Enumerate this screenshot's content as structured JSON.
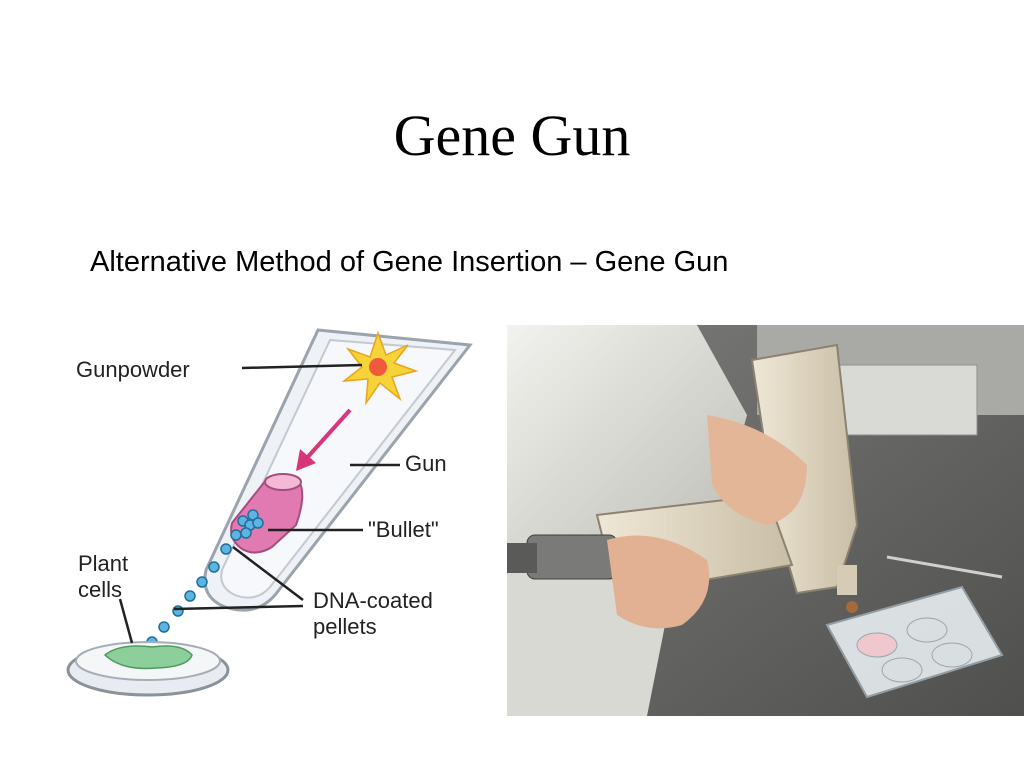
{
  "slide": {
    "title": "Gene Gun",
    "bullet": "Alternative Method of Gene Insertion – Gene Gun"
  },
  "diagram": {
    "labels": {
      "gunpowder": "Gunpowder",
      "gun": "Gun",
      "bullet": "\"Bullet\"",
      "plant_line1": "Plant",
      "plant_line2": "cells",
      "dna_line1": "DNA-coated",
      "dna_line2": "pellets"
    },
    "colors": {
      "tube": "#e9edf3",
      "tube_edge": "#9aa3ae",
      "explosion": "#f7d33a",
      "arrow": "#d8367a",
      "bullet": "#e07ab0",
      "pellet": "#5fb3e0",
      "plant": "#8ccf9a"
    }
  },
  "photo": {
    "description_icon": "lab-photo-gene-gun"
  }
}
